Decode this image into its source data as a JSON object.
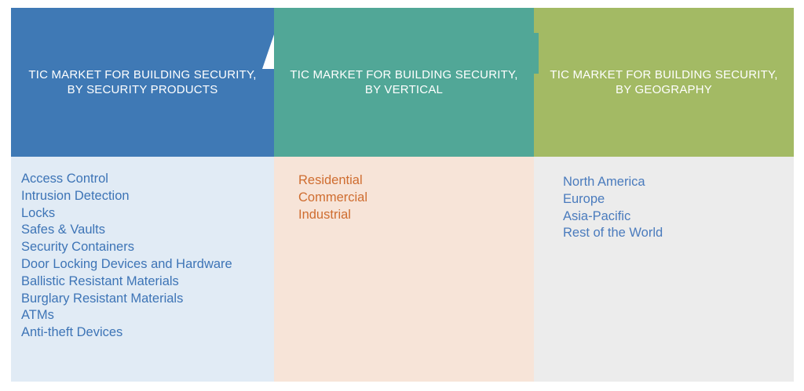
{
  "columns": [
    {
      "title_line1": "TIC MARKET FOR BUILDING SECURITY,",
      "title_line2": "BY SECURITY PRODUCTS",
      "header_color": "#3f79b5",
      "body_color": "#e1ebf5",
      "item_color": "#3d74b6",
      "items": [
        "Access Control",
        "Intrusion Detection",
        "Locks",
        "Safes & Vaults",
        "Security Containers",
        "Door Locking Devices and Hardware",
        "Ballistic Resistant Materials",
        "Burglary Resistant Materials",
        "ATMs",
        "Anti-theft Devices"
      ]
    },
    {
      "title_line1": "TIC MARKET FOR BUILDING SECURITY,",
      "title_line2": "BY VERTICAL",
      "header_color": "#51a797",
      "body_color": "#f7e4d8",
      "item_color": "#cf6d30",
      "items": [
        "Residential",
        "Commercial",
        "Industrial"
      ]
    },
    {
      "title_line1": "TIC MARKET FOR BUILDING SECURITY,",
      "title_line2": "BY GEOGRAPHY",
      "header_color": "#a3ba64",
      "body_color": "#ececec",
      "item_color": "#4a7bbd",
      "items": [
        "North America",
        "Europe",
        "Asia-Pacific",
        "Rest of the World"
      ]
    }
  ]
}
